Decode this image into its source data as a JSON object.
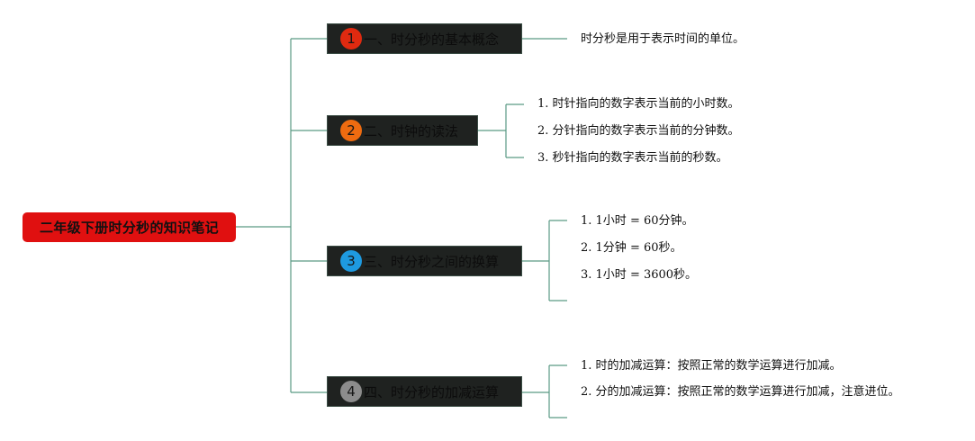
{
  "root": {
    "label": "二年级下册时分秒的知识笔记"
  },
  "branches": [
    {
      "badge": "1",
      "badge_color": "#e02a10",
      "label": "一、时分秒的基本概念",
      "items": [
        "时分秒是用于表示时间的单位。"
      ]
    },
    {
      "badge": "2",
      "badge_color": "#ee6b10",
      "label": "二、时钟的读法",
      "items": [
        "1. 时针指向的数字表示当前的小时数。",
        "2. 分针指向的数字表示当前的分钟数。",
        "3. 秒针指向的数字表示当前的秒数。"
      ]
    },
    {
      "badge": "3",
      "badge_color": "#1e9ae0",
      "label": "三、时分秒之间的换算",
      "items": [
        "1. 1小时 = 60分钟。",
        "2. 1分钟 = 60秒。",
        "3. 1小时 = 3600秒。"
      ]
    },
    {
      "badge": "4",
      "badge_color": "#8c8c8c",
      "label": "四、时分秒的加减运算",
      "items": [
        "1. 时的加减运算：按照正常的数学运算进行加减。",
        "2. 分的加减运算：按照正常的数学运算进行加减，注意进位。"
      ]
    }
  ],
  "colors": {
    "connector": "#5a9a84",
    "root_bg": "#e01010",
    "branch_bg": "#1f2220"
  }
}
